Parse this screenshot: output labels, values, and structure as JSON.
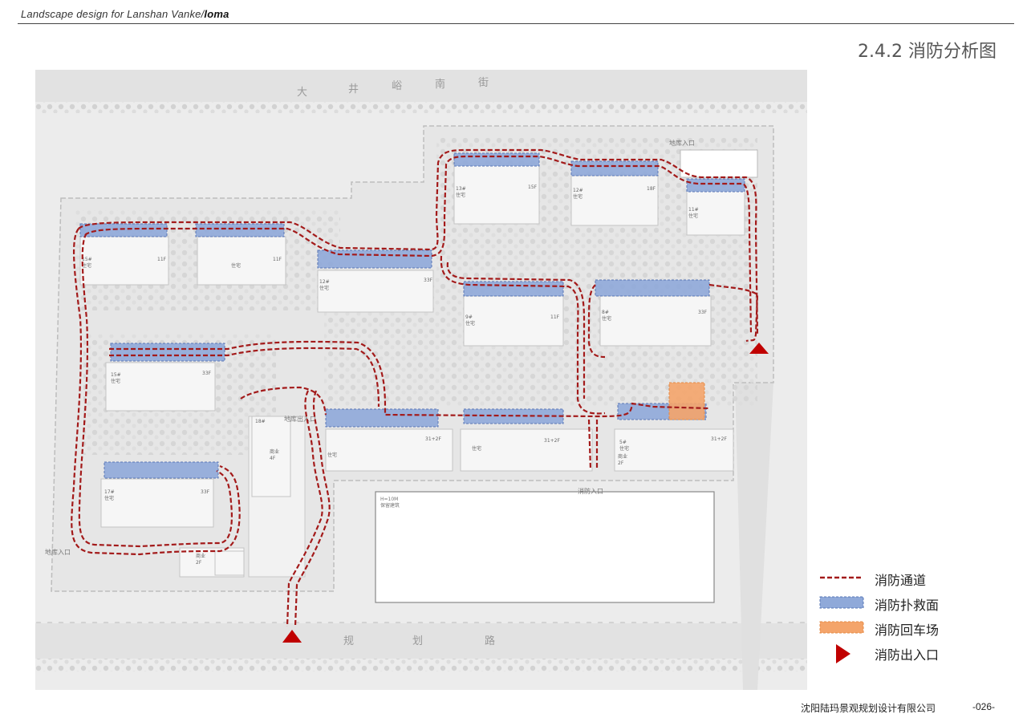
{
  "header": {
    "title_prefix": "Landscape design for Lanshan Vanke/",
    "title_brand": "loma"
  },
  "section_title": "2.4.2 消防分析图",
  "streets": {
    "north": [
      "大",
      "井",
      "峪",
      "南",
      "街"
    ],
    "south": [
      "规",
      "划",
      "路"
    ]
  },
  "map_labels": {
    "garage_entry_ne": "地库入口",
    "garage_exit": "地库出入口",
    "garage_entry_w": "地库入口",
    "fire_entry": "消防入口",
    "reserved_building_floors": "H=10M",
    "reserved_building": "保留建筑"
  },
  "buildings": [
    {
      "id": "b1",
      "no": "15#",
      "use": "住宅",
      "floors": "11F"
    },
    {
      "id": "b2",
      "no": "",
      "use": "住宅",
      "floors": "11F"
    },
    {
      "id": "b3",
      "no": "12#",
      "use": "住宅",
      "floors": "33F"
    },
    {
      "id": "b4",
      "no": "13#",
      "use": "住宅",
      "floors": "15F"
    },
    {
      "id": "b5",
      "no": "12#",
      "use": "住宅",
      "floors": "18F"
    },
    {
      "id": "b6",
      "no": "11#",
      "use": "住宅",
      "floors": ""
    },
    {
      "id": "b7",
      "no": "9#",
      "use": "住宅",
      "floors": "11F"
    },
    {
      "id": "b8",
      "no": "8#",
      "use": "住宅",
      "floors": "33F"
    },
    {
      "id": "b9",
      "no": "15#",
      "use": "住宅",
      "floors": "33F"
    },
    {
      "id": "b10",
      "no": "17#",
      "use": "住宅",
      "floors": "33F"
    },
    {
      "id": "b11",
      "no": "18#",
      "use": "商业",
      "floors": "4F"
    },
    {
      "id": "b12",
      "no": "",
      "use": "商业",
      "floors": "2F"
    },
    {
      "id": "b13",
      "no": "",
      "use": "住宅",
      "floors": "31+2F"
    },
    {
      "id": "b14",
      "no": "",
      "use": "住宅",
      "floors": "31+2F"
    },
    {
      "id": "b15",
      "no": "5#",
      "use": "住宅",
      "floors": "31+2F"
    },
    {
      "id": "b16",
      "no": "",
      "use": "商业",
      "floors": "2F"
    }
  ],
  "legend": {
    "fire_lane": {
      "label": "消防通道",
      "color": "#a31a1a"
    },
    "rescue_area": {
      "label": "消防扑救面",
      "color": "#8fa9d9"
    },
    "turnaround": {
      "label": "消防回车场",
      "color": "#f4a46a"
    },
    "entry": {
      "label": "消防出入口",
      "color": "#c00000"
    }
  },
  "footer": {
    "company": "沈阳陆玛景观规划设计有限公司",
    "page": "-026-"
  }
}
